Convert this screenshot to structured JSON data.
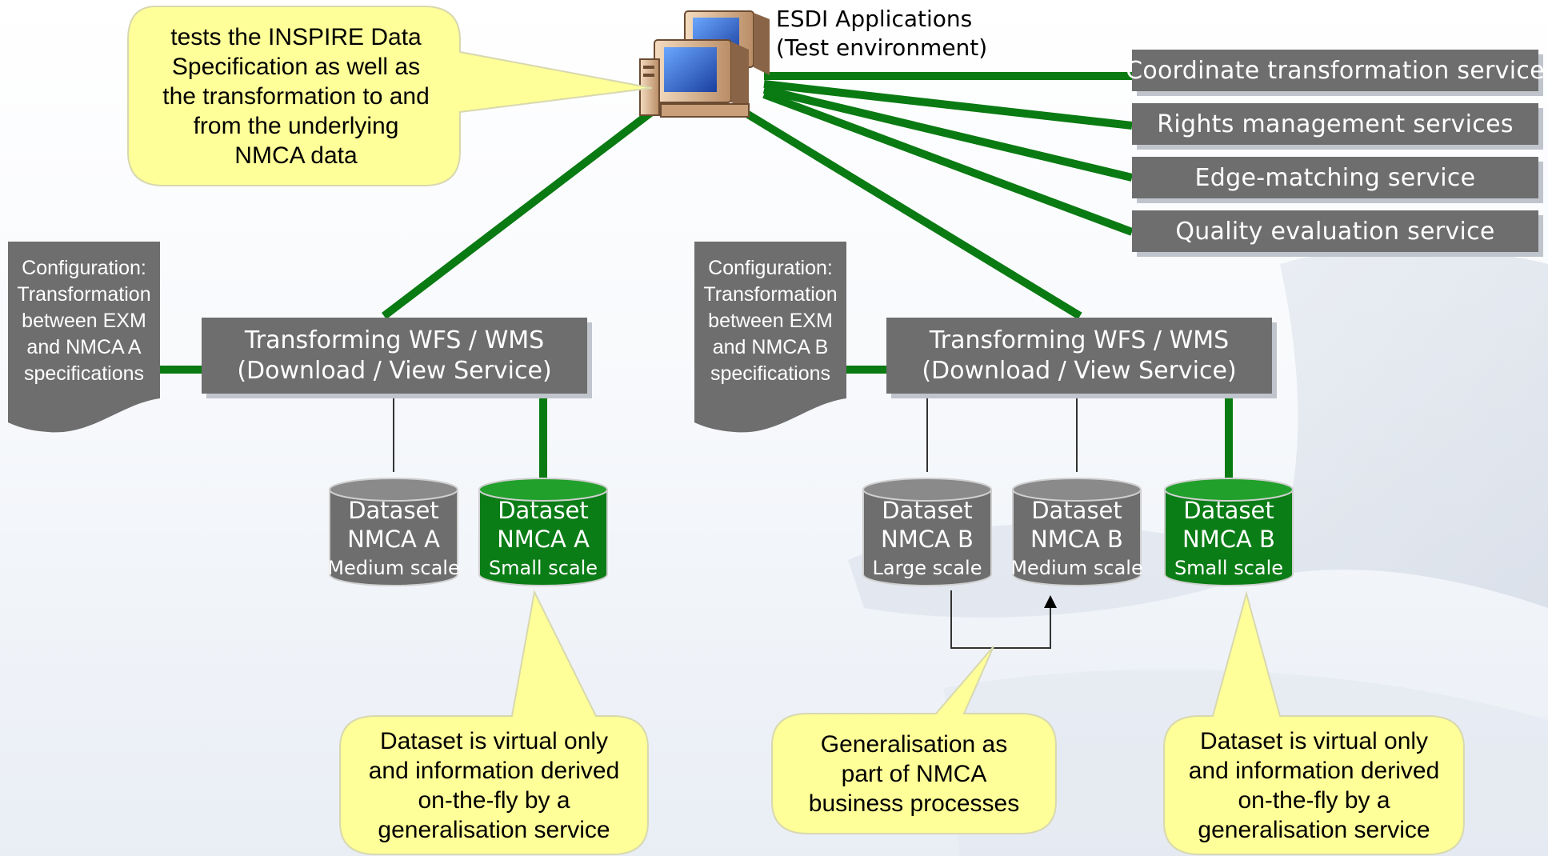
{
  "esdi": {
    "line1": "ESDI Applications",
    "line2": "(Test environment)"
  },
  "top_callout": {
    "lines": [
      "tests the INSPIRE Data",
      "Specification as well as",
      "the transformation to and",
      "from the underlying",
      "NMCA data"
    ]
  },
  "services": [
    "Coordinate transformation service",
    "Rights management services",
    "Edge-matching service",
    "Quality evaluation service"
  ],
  "config_a": {
    "lines": [
      "Configuration:",
      "Transformation",
      "between EXM",
      "and NMCA A",
      "specifications"
    ]
  },
  "config_b": {
    "lines": [
      "Configuration:",
      "Transformation",
      "between EXM",
      "and NMCA B",
      "specifications"
    ]
  },
  "wfs_a": {
    "line1": "Transforming WFS / WMS",
    "line2": "(Download / View Service)"
  },
  "wfs_b": {
    "line1": "Transforming WFS / WMS",
    "line2": "(Download / View Service)"
  },
  "datasets": [
    {
      "line1": "Dataset",
      "line2": "NMCA A",
      "line3": "Medium scale",
      "virtual": false
    },
    {
      "line1": "Dataset",
      "line2": "NMCA A",
      "line3": "Small scale",
      "virtual": true
    },
    {
      "line1": "Dataset",
      "line2": "NMCA B",
      "line3": "Large scale",
      "virtual": false
    },
    {
      "line1": "Dataset",
      "line2": "NMCA B",
      "line3": "Medium scale",
      "virtual": false
    },
    {
      "line1": "Dataset",
      "line2": "NMCA B",
      "line3": "Small scale",
      "virtual": true
    }
  ],
  "callout_a": {
    "lines": [
      "Dataset is virtual only",
      "and information derived",
      "on-the-fly by a",
      "generalisation service"
    ]
  },
  "callout_gen": {
    "lines": [
      "Generalisation as",
      "part of NMCA",
      "business processes"
    ]
  },
  "callout_b": {
    "lines": [
      "Dataset is virtual only",
      "and information derived",
      "on-the-fly by a",
      "generalisation service"
    ]
  },
  "colors": {
    "connector_green": "#0a7a12",
    "box_gray": "#6e6e6e",
    "dataset_green": "#0b7d16",
    "callout_yellow": "#ffff99"
  }
}
